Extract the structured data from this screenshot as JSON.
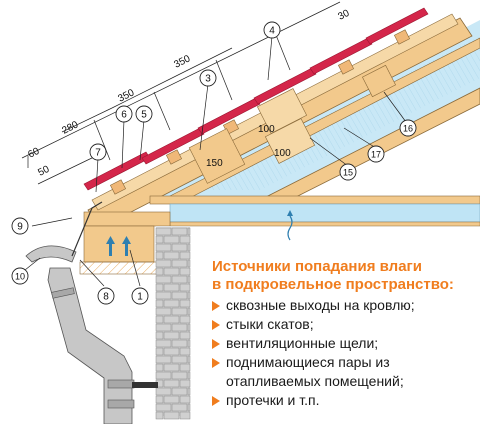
{
  "dimensions": [
    "30",
    "60",
    "50",
    "280",
    "350",
    "350",
    "100",
    "100",
    "150"
  ],
  "callouts": [
    "1",
    "3",
    "4",
    "5",
    "6",
    "7",
    "8",
    "9",
    "10",
    "15",
    "16",
    "17"
  ],
  "legend": {
    "title_line1": "Источники попадания влаги",
    "title_line2": "в подкровельное пространство:",
    "items": [
      "сквозные выходы на кровлю;",
      "стыки скатов;",
      "вентиляционные щели;",
      "поднимающиеся пары из",
      "отапливаемых помещений;",
      "протечки и т.п."
    ]
  },
  "colors": {
    "accent": "#f07d1e",
    "timber": "#f2c98c",
    "roof_tile": "#d4264a",
    "membrane_blue": "#bfe4f5",
    "brick": "#d0d0d0",
    "gutter_gray": "#c7c7c7"
  }
}
